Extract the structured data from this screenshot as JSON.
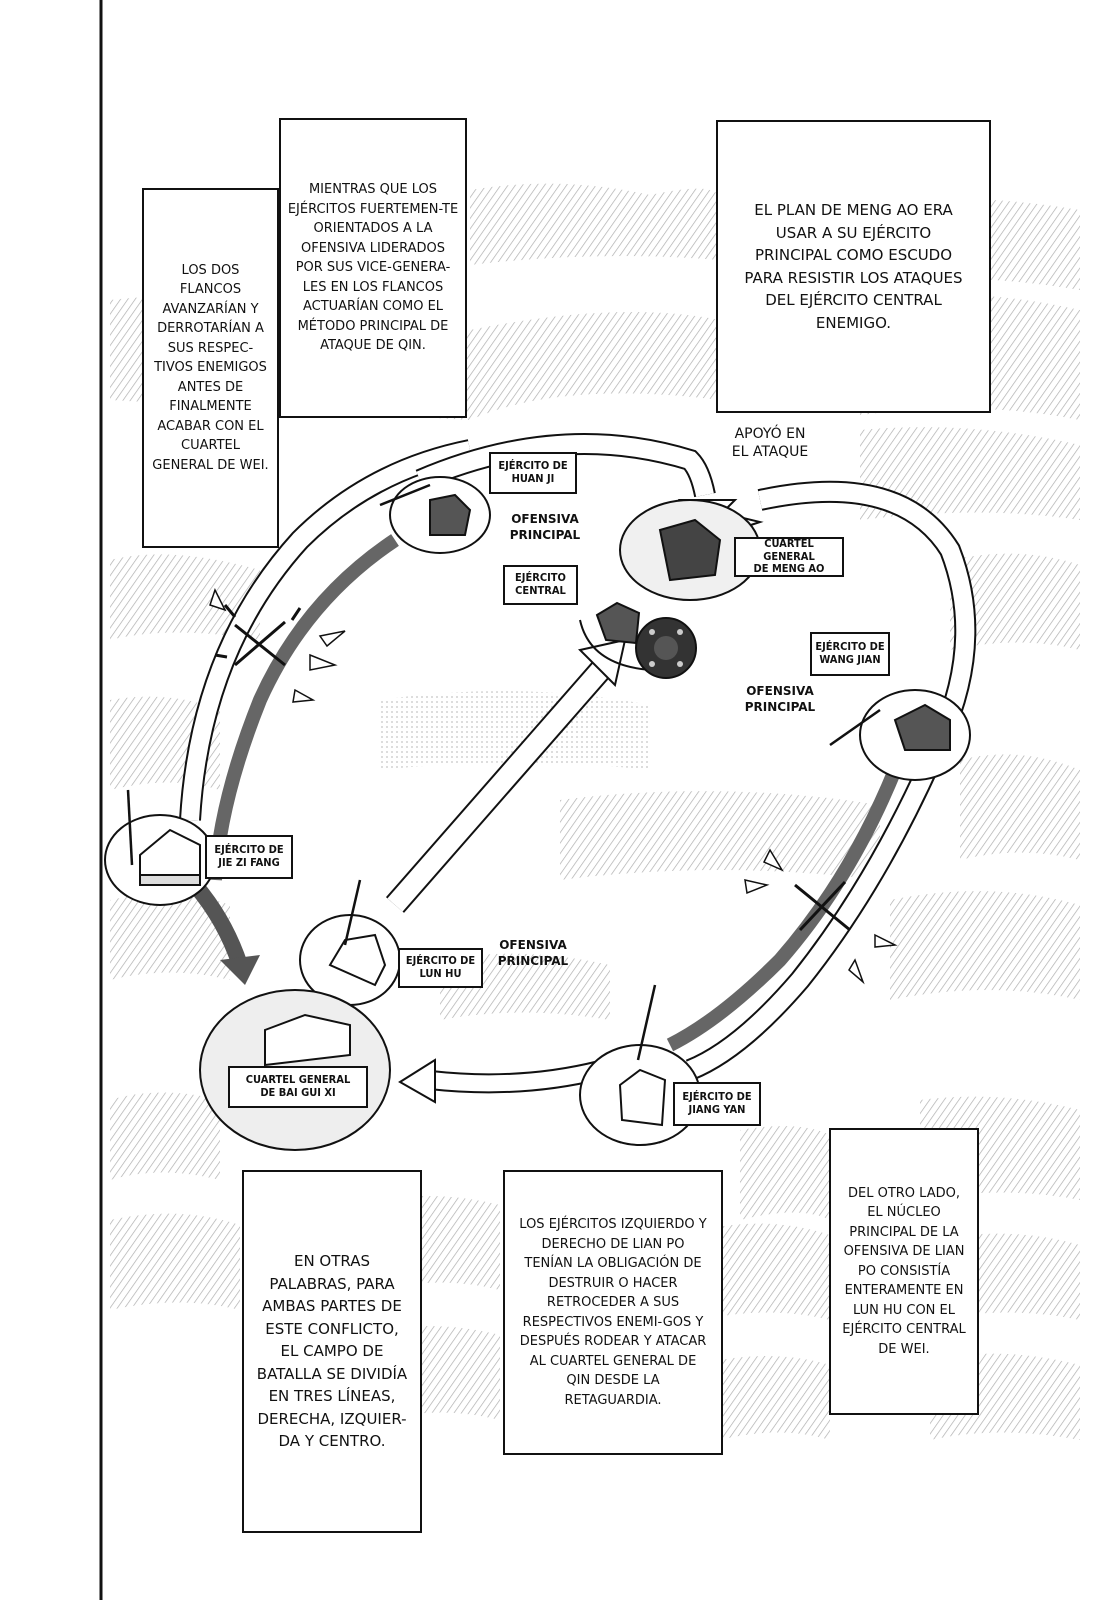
{
  "captions": {
    "flancos": "LOS DOS FLANCOS AVANZARÍAN Y DERROTARÍAN A SUS RESPEC-TIVOS ENEMIGOS ANTES DE FINALMENTE ACABAR CON EL CUARTEL GENERAL DE WEI.",
    "mientras": "MIENTRAS QUE LOS EJÉRCITOS FUERTEMEN-TE ORIENTADOS A LA OFENSIVA LIDERADOS POR SUS VICE-GENERA-LES EN LOS FLANCOS ACTUARÍAN COMO EL MÉTODO PRINCIPAL DE ATAQUE DE QIN.",
    "plan": "EL PLAN DE MENG AO ERA USAR A SU EJÉRCITO PRINCIPAL COMO ESCUDO PARA RESISTIR LOS ATAQUES DEL EJÉRCITO CENTRAL ENEMIGO.",
    "otras": "EN OTRAS PALABRAS, PARA AMBAS PARTES DE ESTE CONFLICTO, EL CAMPO DE BATALLA SE DIVIDÍA EN TRES LÍNEAS, DERECHA, IZQUIER-DA Y CENTRO.",
    "lianpo": "LOS EJÉRCITOS IZQUIERDO Y DERECHO DE LIAN PO TENÍAN LA OBLIGACIÓN DE DESTRUIR O HACER RETROCEDER A SUS RESPECTIVOS ENEMI-GOS Y DESPUÉS RODEAR Y ATACAR AL CUARTEL GENERAL DE QIN DESDE LA RETAGUARDIA.",
    "nucleo": "DEL OTRO LADO, EL NÚCLEO PRINCIPAL DE LA OFENSIVA DE LIAN PO CONSISTÍA ENTERAMENTE EN LUN HU CON EL EJÉRCITO CENTRAL DE WEI."
  },
  "army_labels": {
    "huan_ji": "EJÉRCITO DE\nHUAN JI",
    "central": "EJÉRCITO\nCENTRAL",
    "meng_ao_hq": "CUARTEL GENERAL\nDE MENG AO",
    "wang_jian": "EJÉRCITO DE\nWANG JIAN",
    "jie_zi_fang": "EJÉRCITO DE\nJIE ZI FANG",
    "lun_hu": "EJÉRCITO DE\nLUN HU",
    "bai_gui_xi_hq": "CUARTEL GENERAL\nDE BAI GUI XI",
    "jiang_yan": "EJÉRCITO DE\nJIANG YAN"
  },
  "annotations": {
    "apoyo": "APOYÓ EN\nEL ATAQUE",
    "ofensiva_huan_ji": "OFENSIVA\nPRINCIPAL",
    "ofensiva_wang_jian": "OFENSIVA\nPRINCIPAL",
    "ofensiva_lun_hu": "OFENSIVA\nPRINCIPAL"
  }
}
